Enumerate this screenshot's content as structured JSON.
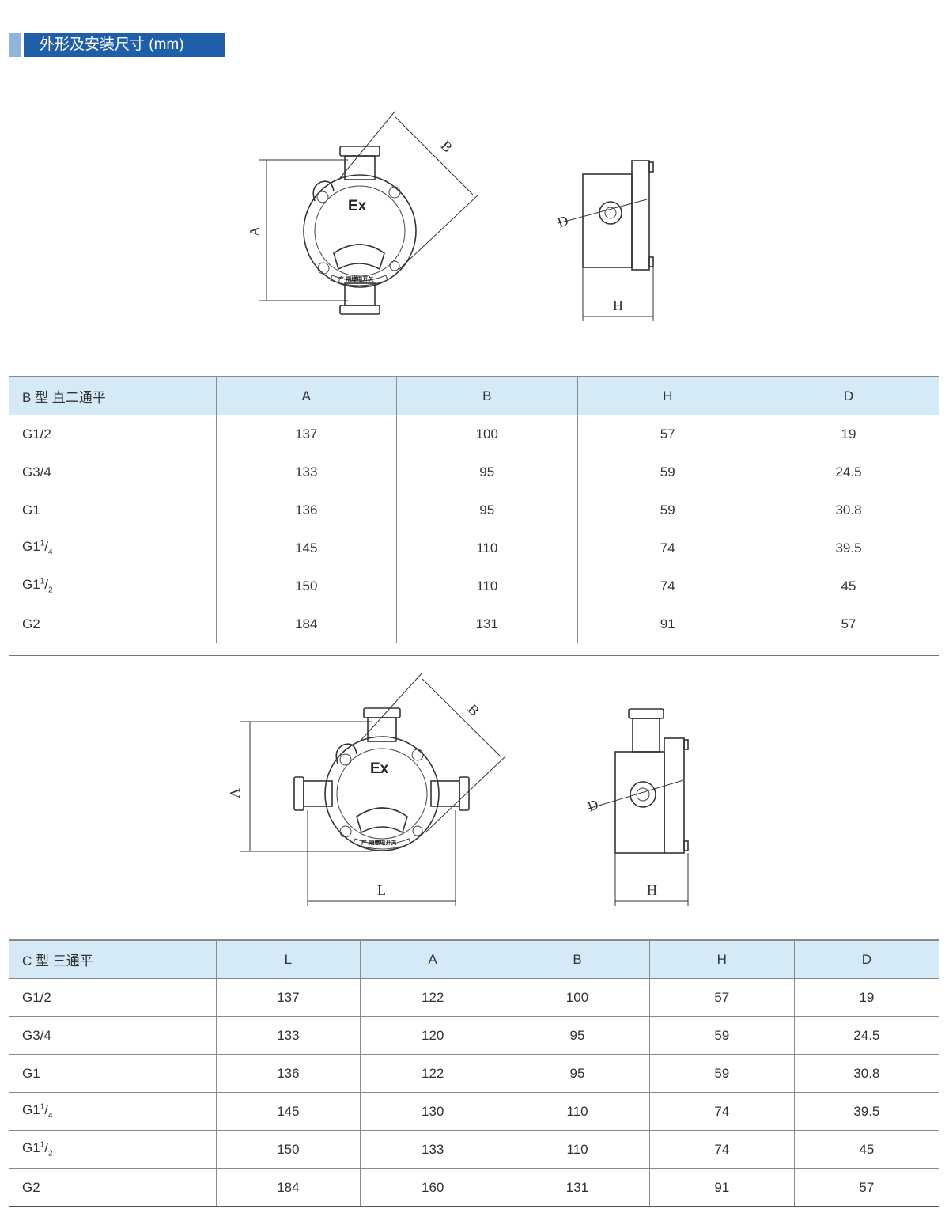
{
  "header": {
    "title": "外形及安装尺寸 (mm)"
  },
  "drawing_b": {
    "label_a": "A",
    "label_b": "B",
    "label_d": "D",
    "label_h": "H",
    "ex_mark": "Ex",
    "nameplate": "产 隔爆电开关"
  },
  "table_b": {
    "headers": [
      "B 型 直二通平",
      "A",
      "B",
      "H",
      "D"
    ],
    "rows": [
      {
        "size": {
          "main": "G1/2",
          "sup": "",
          "sub": ""
        },
        "values": [
          "137",
          "100",
          "57",
          "19"
        ]
      },
      {
        "size": {
          "main": "G3/4",
          "sup": "",
          "sub": ""
        },
        "values": [
          "133",
          "95",
          "59",
          "24.5"
        ]
      },
      {
        "size": {
          "main": "G1",
          "sup": "",
          "sub": ""
        },
        "values": [
          "136",
          "95",
          "59",
          "30.8"
        ]
      },
      {
        "size": {
          "main": "G1",
          "sup": "1",
          "sub": "4"
        },
        "values": [
          "145",
          "110",
          "74",
          "39.5"
        ]
      },
      {
        "size": {
          "main": "G1",
          "sup": "1",
          "sub": "2"
        },
        "values": [
          "150",
          "110",
          "74",
          "45"
        ]
      },
      {
        "size": {
          "main": "G2",
          "sup": "",
          "sub": ""
        },
        "values": [
          "184",
          "131",
          "91",
          "57"
        ]
      }
    ]
  },
  "drawing_c": {
    "label_a": "A",
    "label_b": "B",
    "label_d": "D",
    "label_h": "H",
    "label_l": "L",
    "ex_mark": "Ex",
    "nameplate": "产 隔爆电开关"
  },
  "table_c": {
    "headers": [
      "C 型 三通平",
      "L",
      "A",
      "B",
      "H",
      "D"
    ],
    "rows": [
      {
        "size": {
          "main": "G1/2",
          "sup": "",
          "sub": ""
        },
        "values": [
          "137",
          "122",
          "100",
          "57",
          "19"
        ]
      },
      {
        "size": {
          "main": "G3/4",
          "sup": "",
          "sub": ""
        },
        "values": [
          "133",
          "120",
          "95",
          "59",
          "24.5"
        ]
      },
      {
        "size": {
          "main": "G1",
          "sup": "",
          "sub": ""
        },
        "values": [
          "136",
          "122",
          "95",
          "59",
          "30.8"
        ]
      },
      {
        "size": {
          "main": "G1",
          "sup": "1",
          "sub": "4"
        },
        "values": [
          "145",
          "130",
          "110",
          "74",
          "39.5"
        ]
      },
      {
        "size": {
          "main": "G1",
          "sup": "1",
          "sub": "2"
        },
        "values": [
          "150",
          "133",
          "110",
          "74",
          "45"
        ]
      },
      {
        "size": {
          "main": "G2",
          "sup": "",
          "sub": ""
        },
        "values": [
          "184",
          "160",
          "131",
          "91",
          "57"
        ]
      }
    ]
  }
}
